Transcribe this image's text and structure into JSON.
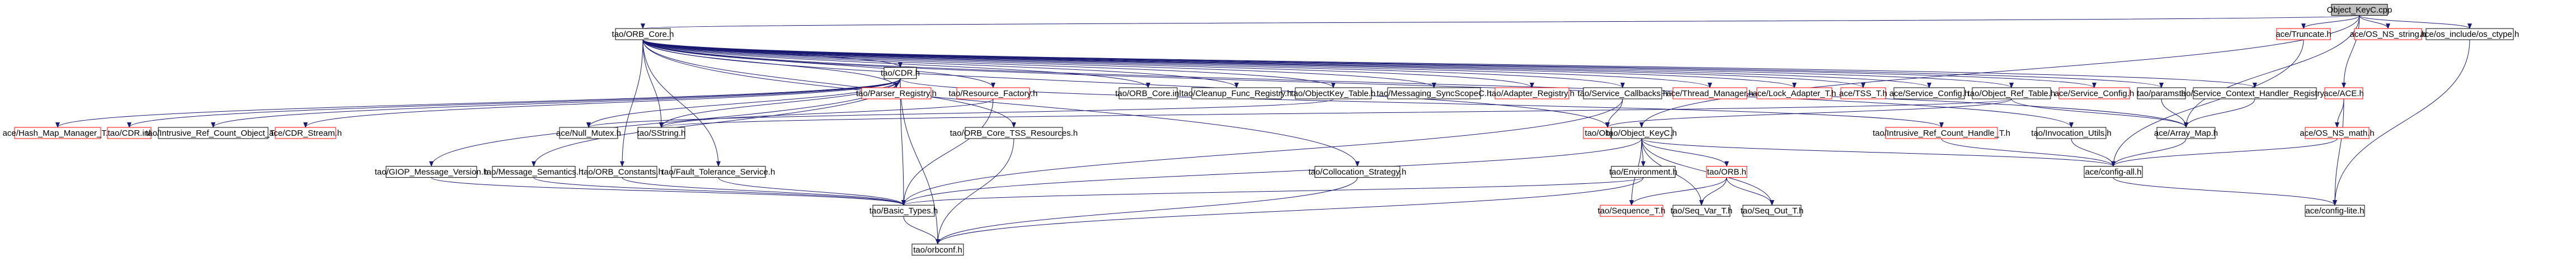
{
  "colors": {
    "edge": "#191970",
    "node_border": "#000000",
    "missing_node_border": "#ff0000",
    "root_fill": "#bfbfbf",
    "node_fill": "#ffffff"
  },
  "nodes": [
    {
      "id": "object_keyc_cpp",
      "label": "Object_KeyC.cpp",
      "root": true
    },
    {
      "id": "tao_orb_core_h",
      "label": "tao/ORB_Core.h"
    },
    {
      "id": "ace_truncate_h",
      "label": "ace/Truncate.h",
      "missing": true
    },
    {
      "id": "ace_os_ns_string_h",
      "label": "ace/OS_NS_string.h",
      "missing": true
    },
    {
      "id": "ace_os_include_os_ctype_h",
      "label": "ace/os_include/os_ctype.h"
    },
    {
      "id": "tao_cdr_h",
      "label": "tao/CDR.h"
    },
    {
      "id": "tao_parser_registry_h",
      "label": "tao/Parser_Registry.h",
      "missing": true
    },
    {
      "id": "tao_resource_factory_h",
      "label": "tao/Resource_Factory.h",
      "missing": true
    },
    {
      "id": "tao_orb_core_inl",
      "label": "tao/ORB_Core.inl"
    },
    {
      "id": "tao_cleanup_func_registry_h",
      "label": "tao/Cleanup_Func_Registry.h"
    },
    {
      "id": "tao_objectkey_table_h",
      "label": "tao/ObjectKey_Table.h"
    },
    {
      "id": "tao_messaging_syncscopec_h",
      "label": "tao/Messaging_SyncScopeC.h"
    },
    {
      "id": "tao_adapter_registry_h",
      "label": "tao/Adapter_Registry.h",
      "missing": true
    },
    {
      "id": "tao_service_callbacks_h",
      "label": "tao/Service_Callbacks.h"
    },
    {
      "id": "ace_thread_manager_h",
      "label": "ace/Thread_Manager.h",
      "missing": true
    },
    {
      "id": "ace_lock_adapter_t_h",
      "label": "ace/Lock_Adapter_T.h",
      "missing": true
    },
    {
      "id": "ace_tss_t_h",
      "label": "ace/TSS_T.h",
      "missing": true
    },
    {
      "id": "ace_service_config_h",
      "label": "ace/Service_Config.h"
    },
    {
      "id": "tao_object_ref_table_h",
      "label": "tao/Object_Ref_Table.h"
    },
    {
      "id": "ace_service_config_h_2",
      "label": "ace/Service_Config.h",
      "missing": true
    },
    {
      "id": "tao_params_h",
      "label": "tao/params.h"
    },
    {
      "id": "tao_service_context_handler_registry_h",
      "label": "tao/Service_Context_Handler_Registry.h"
    },
    {
      "id": "ace_ace_h",
      "label": "ace/ACE.h",
      "missing": true
    },
    {
      "id": "ace_hash_map_manager_t_h",
      "label": "ace/Hash_Map_Manager_T.h",
      "missing": true
    },
    {
      "id": "tao_cdr_inl",
      "label": "tao/CDR.inl",
      "missing": true
    },
    {
      "id": "tao_intrusive_ref_count_object_t_h",
      "label": "tao/Intrusive_Ref_Count_Object_T.h"
    },
    {
      "id": "ace_cdr_stream_h",
      "label": "ace/CDR_Stream.h",
      "missing": true
    },
    {
      "id": "ace_null_mutex_h",
      "label": "ace/Null_Mutex.h"
    },
    {
      "id": "tao_sstring_h",
      "label": "tao/SString.h"
    },
    {
      "id": "tao_orb_core_tss_resources_h",
      "label": "tao/ORB_Core_TSS_Resources.h"
    },
    {
      "id": "tao_object_h",
      "label": "tao/Object.h",
      "missing": true
    },
    {
      "id": "tao_object_keyc_h",
      "label": "tao/Object_KeyC.h"
    },
    {
      "id": "tao_intrusive_ref_count_handle_t_h",
      "label": "tao/Intrusive_Ref_Count_Handle_T.h",
      "missing": true
    },
    {
      "id": "tao_invocation_utils_h",
      "label": "tao/Invocation_Utils.h"
    },
    {
      "id": "ace_array_map_h",
      "label": "ace/Array_Map.h"
    },
    {
      "id": "ace_os_ns_math_h",
      "label": "ace/OS_NS_math.h",
      "missing": true
    },
    {
      "id": "tao_giop_message_version_h",
      "label": "tao/GIOP_Message_Version.h"
    },
    {
      "id": "tao_message_semantics_h",
      "label": "tao/Message_Semantics.h"
    },
    {
      "id": "tao_orb_constants_h",
      "label": "tao/ORB_Constants.h"
    },
    {
      "id": "tao_fault_tolerance_service_h",
      "label": "tao/Fault_Tolerance_Service.h"
    },
    {
      "id": "tao_collocation_strategy_h",
      "label": "tao/Collocation_Strategy.h"
    },
    {
      "id": "tao_environment_h",
      "label": "tao/Environment.h"
    },
    {
      "id": "tao_orb_h",
      "label": "tao/ORB.h",
      "missing": true
    },
    {
      "id": "ace_config_all_h",
      "label": "ace/config-all.h"
    },
    {
      "id": "tao_basic_types_h",
      "label": "tao/Basic_Types.h"
    },
    {
      "id": "tao_sequence_t_h",
      "label": "tao/Sequence_T.h",
      "missing": true
    },
    {
      "id": "tao_seq_var_t_h",
      "label": "tao/Seq_Var_T.h"
    },
    {
      "id": "tao_seq_out_t_h",
      "label": "tao/Seq_Out_T.h"
    },
    {
      "id": "ace_config_lite_h",
      "label": "ace/config-lite.h"
    },
    {
      "id": "tao_orbconf_h",
      "label": "tao/orbconf.h"
    }
  ]
}
